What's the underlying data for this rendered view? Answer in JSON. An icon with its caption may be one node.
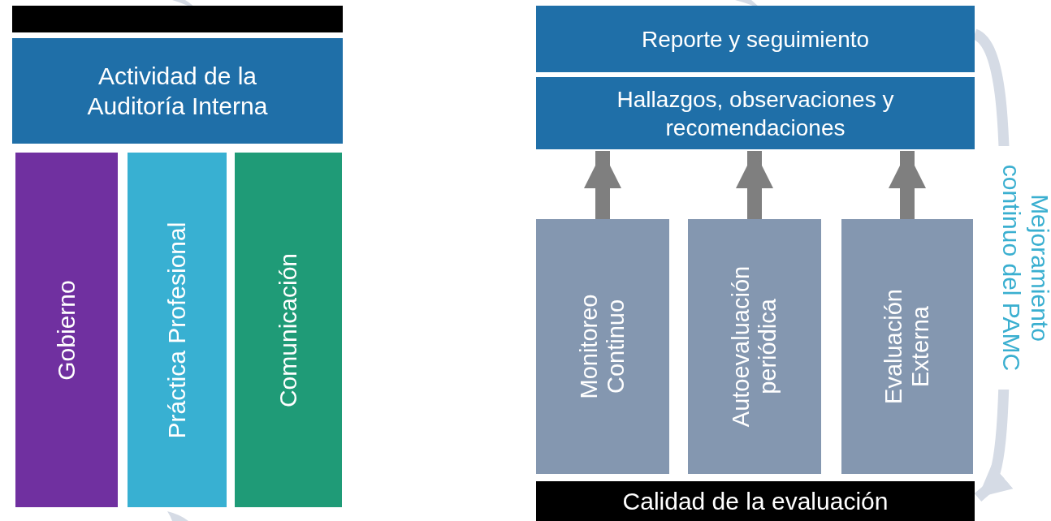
{
  "diagram": {
    "nodes": [
      {
        "text": [],
        "shape": "box"
      },
      {
        "text": [
          "Actividad de la Auditoría Interna"
        ]
      },
      {
        "text": [
          "Gobierno"
        ]
      },
      {
        "text": [
          "Práctica Profesional"
        ]
      },
      {
        "text": [
          "Comunicación"
        ]
      },
      {
        "text": [
          "Reporte y seguimiento"
        ]
      },
      {
        "text": [
          "Hallazgos, observaciones y recomendaciones"
        ]
      },
      {
        "text": [
          "Monitoreo Continuo"
        ]
      },
      {
        "text": [
          "Autoevaluación periódica"
        ]
      },
      {
        "text": [
          "Evaluación Externa"
        ]
      },
      {
        "text": [
          "Calidad de la evaluación"
        ]
      }
    ],
    "edges": [
      {
        "from": 7,
        "to": 6,
        "arrow": "to"
      },
      {
        "from": 8,
        "to": 6,
        "arrow": "to"
      },
      {
        "from": 9,
        "to": 6,
        "arrow": "to"
      },
      {
        "from": 5,
        "to": 10,
        "arrow": "to",
        "color": "#d5dbe5",
        "label": "Mejoramiento continuo del PAMC"
      }
    ]
  }
}
